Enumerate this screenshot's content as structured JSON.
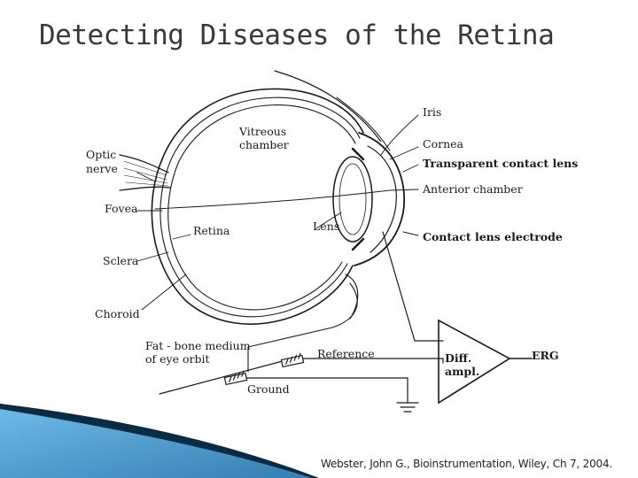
{
  "slide": {
    "title": "Detecting Diseases of the Retina",
    "citation": "Webster, John G., Bioinstrumentation, Wiley, Ch 7, 2004."
  },
  "diagram": {
    "labels": {
      "iris": "Iris",
      "vitreous_line1": "Vitreous",
      "vitreous_line2": "chamber",
      "optic_line1": "Optic",
      "optic_line2": "nerve",
      "cornea": "Cornea",
      "transparent_contact_lens": "Transparent contact lens",
      "anterior_chamber": "Anterior chamber",
      "fovea": "Fovea",
      "lens": "Lens",
      "retina": "Retina",
      "contact_lens_electrode": "Contact lens electrode",
      "sclera": "Sclera",
      "choroid": "Choroid",
      "fat_line1": "Fat - bone medium",
      "fat_line2": "of eye orbit",
      "reference": "Reference",
      "ground": "Ground",
      "amp_line1": "Diff.",
      "amp_line2": "ampl.",
      "erg": "ERG"
    },
    "colors": {
      "ink": "#1a1a1a",
      "title": "#3a3a3a",
      "accent_dark": "#0b2a44",
      "accent_blue": "#3f8fc8"
    }
  }
}
